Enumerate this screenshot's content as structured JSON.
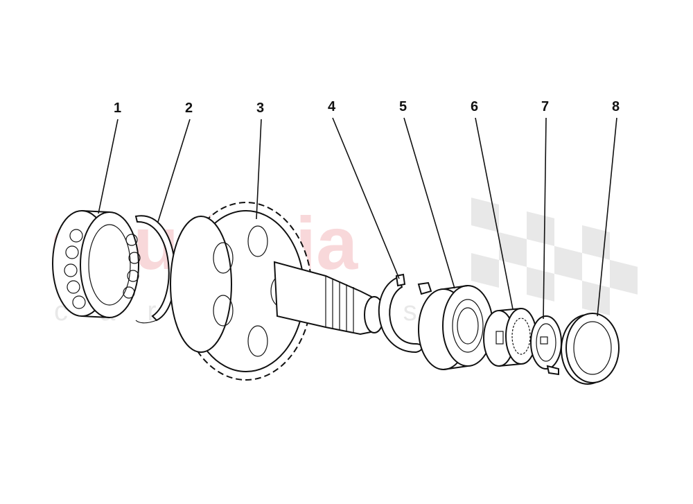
{
  "callouts": [
    "1",
    "2",
    "3",
    "4",
    "5",
    "6",
    "7",
    "8"
  ],
  "watermark": {
    "brand": "scuderia",
    "sub": "car parts"
  }
}
